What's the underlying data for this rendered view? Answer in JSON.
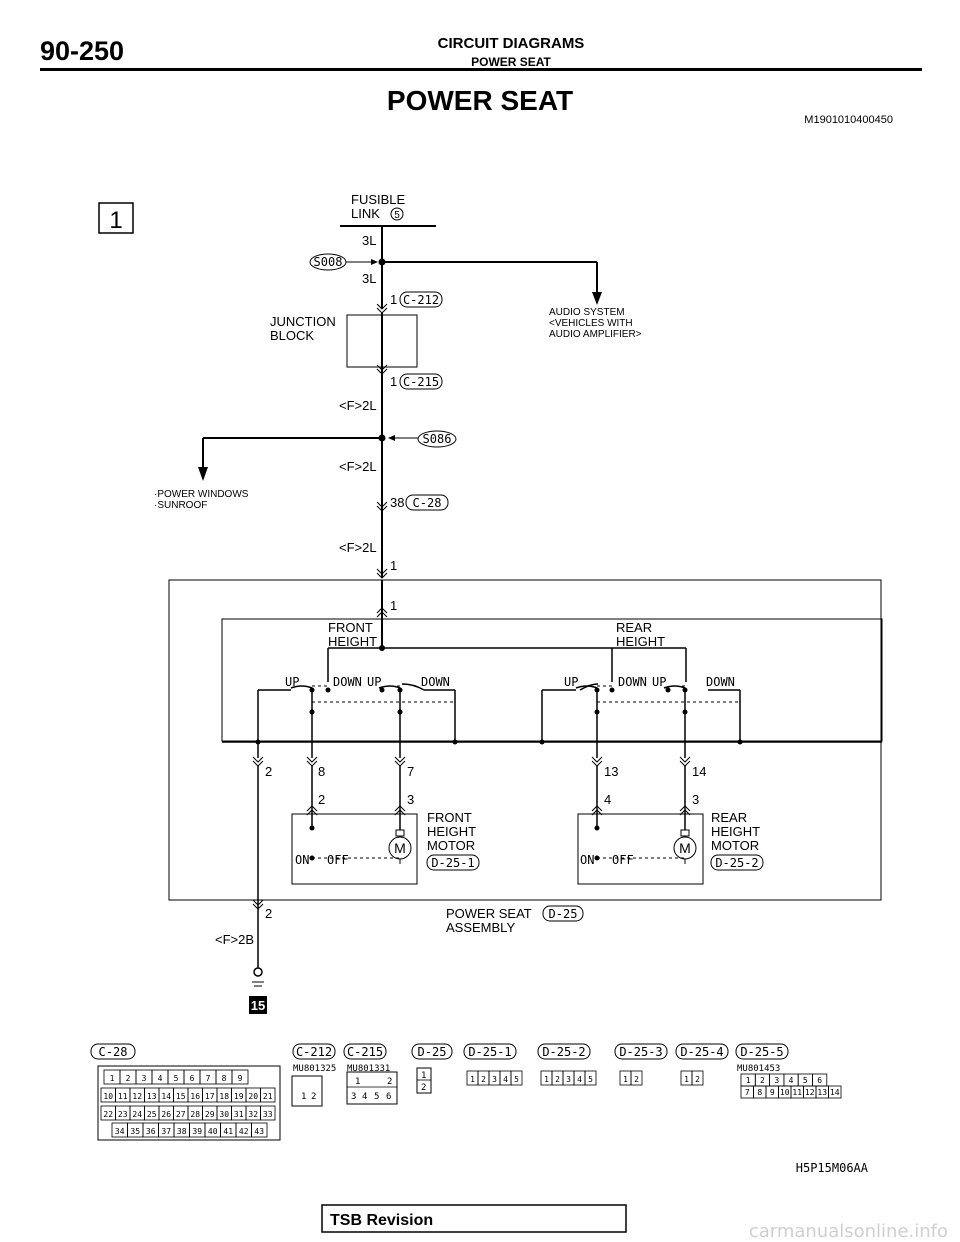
{
  "header": {
    "page_number": "90-250",
    "section_title": "CIRCUIT DIAGRAMS",
    "section_subtitle": "POWER SEAT",
    "main_title": "POWER SEAT",
    "doc_code": "M1901010400450"
  },
  "page_box_label": "1",
  "supply": {
    "fusible_link_line1": "FUSIBLE",
    "fusible_link_line2": "LINK",
    "fusible_link_number": "5",
    "wire_3l_a": "3L",
    "wire_3l_b": "3L",
    "splice_s008": "S008",
    "audio_line1": "AUDIO SYSTEM",
    "audio_line2": "<VEHICLES WITH",
    "audio_line3": "AUDIO AMPLIFIER>"
  },
  "junction_block": {
    "label_line1": "JUNCTION",
    "label_line2": "BLOCK",
    "pin_top": "1",
    "conn_top": "C-212",
    "pin_bottom": "1",
    "conn_bottom": "C-215"
  },
  "mid_wiring": {
    "wire_f2l_a": "<F>2L",
    "splice_s086": "S086",
    "wire_f2l_b": "<F>2L",
    "pin_38": "38",
    "conn_c28": "C-28",
    "wire_f2l_c": "<F>2L",
    "branch_line1": "·POWER WINDOWS",
    "branch_line2": "·SUNROOF"
  },
  "assembly": {
    "pin_in_outer": "1",
    "pin_in_inner": "1",
    "front_height_1": "FRONT",
    "front_height_2": "HEIGHT",
    "rear_height_1": "REAR",
    "rear_height_2": "HEIGHT",
    "up": "UP",
    "down": "DOWN",
    "out_pins": [
      "2",
      "8",
      "7",
      "13",
      "14"
    ],
    "front_motor_pins": [
      "2",
      "3"
    ],
    "rear_motor_pins": [
      "4",
      "3"
    ],
    "front_motor_1": "FRONT",
    "front_motor_2": "HEIGHT",
    "front_motor_3": "MOTOR",
    "front_motor_conn": "D-25-1",
    "rear_motor_1": "REAR",
    "rear_motor_2": "HEIGHT",
    "rear_motor_3": "MOTOR",
    "rear_motor_conn": "D-25-2",
    "motor_symbol": "M",
    "on": "ON",
    "off": "OFF",
    "ground_pin": "2",
    "assembly_line1": "POWER SEAT",
    "assembly_line2": "ASSEMBLY",
    "assembly_conn": "D-25",
    "ground_wire": "<F>2B",
    "ground_point": "15"
  },
  "connectors": {
    "c28_label": "C-28",
    "c28_row1": [
      "1",
      "2",
      "3",
      "4",
      "5",
      "6",
      "7",
      "8",
      "9"
    ],
    "c28_row2": [
      "10",
      "11",
      "12",
      "13",
      "14",
      "15",
      "16",
      "17",
      "18",
      "19",
      "20",
      "21"
    ],
    "c28_row3": [
      "22",
      "23",
      "24",
      "25",
      "26",
      "27",
      "28",
      "29",
      "30",
      "31",
      "32",
      "33"
    ],
    "c28_row4": [
      "34",
      "35",
      "36",
      "37",
      "38",
      "39",
      "40",
      "41",
      "42",
      "43"
    ],
    "c212_label": "C-212",
    "c212_part": "MU801325",
    "c212_pins": [
      "1",
      "2"
    ],
    "c215_label": "C-215",
    "c215_part": "MU801331",
    "c215_row1": [
      "1",
      "2"
    ],
    "c215_row2": [
      "3",
      "4",
      "5",
      "6"
    ],
    "d25_label": "D-25",
    "d25_pins": [
      "1",
      "2"
    ],
    "d251_label": "D-25-1",
    "d251_pins": [
      "1",
      "2",
      "3",
      "4",
      "5"
    ],
    "d252_label": "D-25-2",
    "d252_pins": [
      "1",
      "2",
      "3",
      "4",
      "5"
    ],
    "d253_label": "D-25-3",
    "d253_pins": [
      "1",
      "2"
    ],
    "d254_label": "D-25-4",
    "d254_pins": [
      "1",
      "2"
    ],
    "d255_label": "D-25-5",
    "d255_part": "MU801453",
    "d255_row1": [
      "1",
      "2",
      "3",
      "4",
      "5",
      "6"
    ],
    "d255_row2": [
      "7",
      "8",
      "9",
      "10",
      "11",
      "12",
      "13",
      "14"
    ]
  },
  "footer": {
    "figure_code": "H5P15M06AA",
    "revision": "TSB Revision",
    "watermark": "carmanualsonline.info"
  }
}
